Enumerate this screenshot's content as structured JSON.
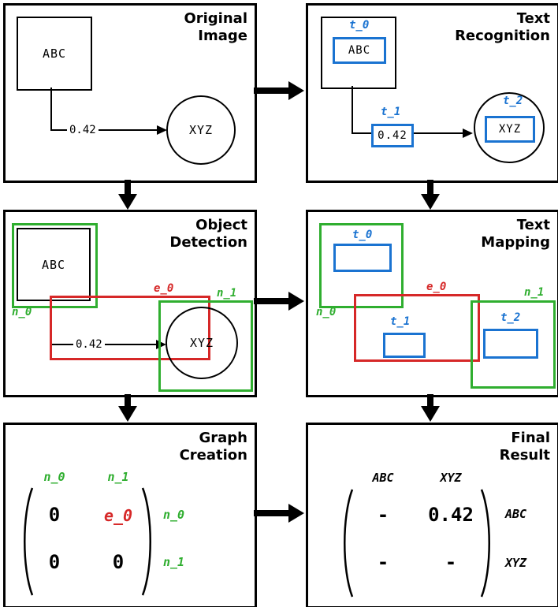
{
  "colors": {
    "accent_blue": "#1a73d1",
    "accent_green": "#2fae2f",
    "accent_red": "#d62828"
  },
  "panels": {
    "original_image": {
      "title": "Original\nImage",
      "node_a": "ABC",
      "node_b": "XYZ",
      "edge_weight": "0.42"
    },
    "text_recognition": {
      "title": "Text\nRecognition",
      "node_a": "ABC",
      "node_b": "XYZ",
      "edge_weight": "0.42",
      "t0": "t_0",
      "t1": "t_1",
      "t2": "t_2"
    },
    "object_detection": {
      "title": "Object\nDetection",
      "node_a": "ABC",
      "node_b": "XYZ",
      "edge_weight": "0.42",
      "n0": "n_0",
      "n1": "n_1",
      "e0": "e_0"
    },
    "text_mapping": {
      "title": "Text\nMapping",
      "n0": "n_0",
      "n1": "n_1",
      "e0": "e_0",
      "t0": "t_0",
      "t1": "t_1",
      "t2": "t_2"
    },
    "graph_creation": {
      "title": "Graph\nCreation",
      "col_headers": [
        "n_0",
        "n_1"
      ],
      "row_labels": [
        "n_0",
        "n_1"
      ],
      "matrix": [
        [
          "0",
          "e_0"
        ],
        [
          "0",
          "0"
        ]
      ]
    },
    "final_result": {
      "title": "Final\nResult",
      "col_headers": [
        "ABC",
        "XYZ"
      ],
      "row_labels": [
        "ABC",
        "XYZ"
      ],
      "matrix": [
        [
          "-",
          "0.42"
        ],
        [
          "-",
          "-"
        ]
      ]
    }
  }
}
